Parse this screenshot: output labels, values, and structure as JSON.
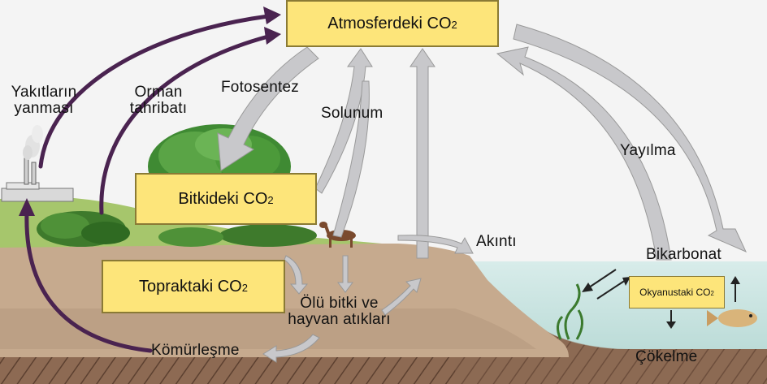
{
  "boxes": {
    "atmosphere": {
      "text": "Atmosferdeki CO",
      "sub": "2"
    },
    "plant": {
      "text": "Bitkideki CO",
      "sub": "2"
    },
    "soil": {
      "text": "Topraktaki CO",
      "sub": "2"
    },
    "ocean": {
      "text": "Okyanustaki CO",
      "sub": "2"
    }
  },
  "labels": {
    "fuel_burning_line1": "Yakıtların",
    "fuel_burning_line2": "yanması",
    "deforestation_line1": "Orman",
    "deforestation_line2": "tahribatı",
    "photosynthesis": "Fotosentez",
    "respiration": "Solunum",
    "runoff": "Akıntı",
    "diffusion": "Yayılma",
    "bicarbonate": "Bikarbonat",
    "dead_matter_line1": "Ölü bitki ve",
    "dead_matter_line2": "hayvan atıkları",
    "coalification": "Kömürleşme",
    "sedimentation": "Çökelme"
  },
  "colors": {
    "box_fill": "#fde57a",
    "box_border": "#8a7a35",
    "purple_arrow": "#4a2350",
    "gray_arrow": "#c9c9cc",
    "sky": "#f3f3f3",
    "soil": "#c4a98d",
    "ocean": "#cfe6e3",
    "tree_green": "#3f8a33"
  }
}
